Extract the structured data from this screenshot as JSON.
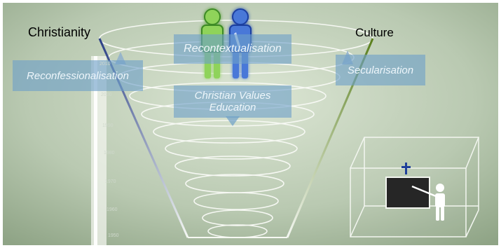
{
  "labels": {
    "left_pole": "Christianity",
    "right_pole": "Culture"
  },
  "panels": {
    "recontextualisation": "Recontextualisation",
    "reconfessionalisation": "Reconfessionalisation",
    "secularisation": "Secularisation",
    "values_line1": "Christian Values",
    "values_line2": "Education"
  },
  "timeline": {
    "years": [
      "2010",
      "2000",
      "1990",
      "1980",
      "1970",
      "1960",
      "1950"
    ]
  },
  "colors": {
    "christianity": "#2b3f86",
    "culture": "#5a7f1c",
    "figure_green": "#8fd35a",
    "figure_blue": "#4a78d8",
    "panel": "#6ea0c8"
  },
  "icons": {
    "people": "two-people-icon",
    "classroom": "classroom-house-icon",
    "cross": "cross-icon",
    "teacher": "teacher-icon"
  }
}
